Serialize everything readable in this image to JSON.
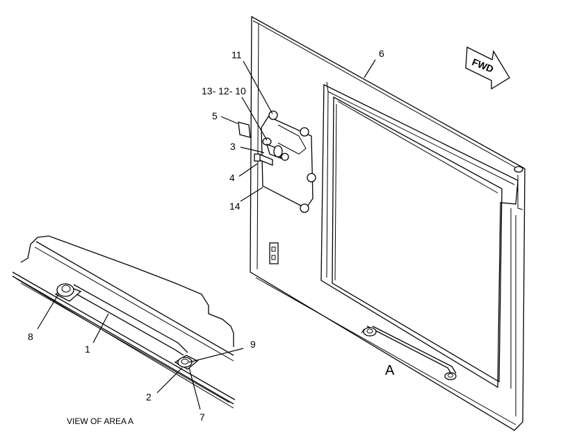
{
  "callouts": {
    "c1": "1",
    "c2": "2",
    "c3": "3",
    "c4": "4",
    "c5": "5",
    "c6": "6",
    "c7": "7",
    "c8": "8",
    "c9": "9",
    "c11": "11",
    "c13_12_10": "13- 12- 10",
    "c14": "14"
  },
  "area_label": "A",
  "view_caption": "VIEW OF AREA A",
  "fwd_label": "FWD"
}
